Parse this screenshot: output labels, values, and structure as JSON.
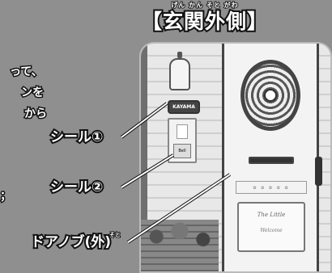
{
  "heading": {
    "ruby": "げん かん そと がわ",
    "title": "【玄関外側】"
  },
  "left_text": [
    "って、",
    "ンを",
    "から",
    "；"
  ],
  "photo": {
    "plaque_text": "KAYAMA",
    "intercom_text": "Bell",
    "door_deco_text": "✿ ✿ ✿ ✿ ✿",
    "sign_line1": "The Little",
    "sign_line2": "Welcome"
  },
  "callouts": {
    "sticker1": "シール①",
    "sticker2": "シール②",
    "doorknob_ruby": "そと",
    "doorknob": "ドアノブ(外)"
  },
  "colors": {
    "background": "#8f8f8f",
    "text_fill": "#ffffff",
    "text_outline": "#111111"
  }
}
